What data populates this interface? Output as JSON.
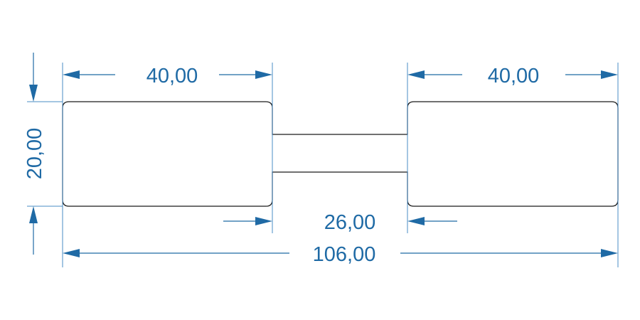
{
  "drawing": {
    "shape": "jewelry-tag-label-outline",
    "colors": {
      "dimension": "#1f6aa5",
      "outline": "#1a1a1a",
      "background": "#ffffff"
    },
    "dimensions": {
      "left_width": "40,00",
      "right_width": "40,00",
      "height": "20,00",
      "neck_width": "26,00",
      "total_width": "106,00"
    }
  }
}
